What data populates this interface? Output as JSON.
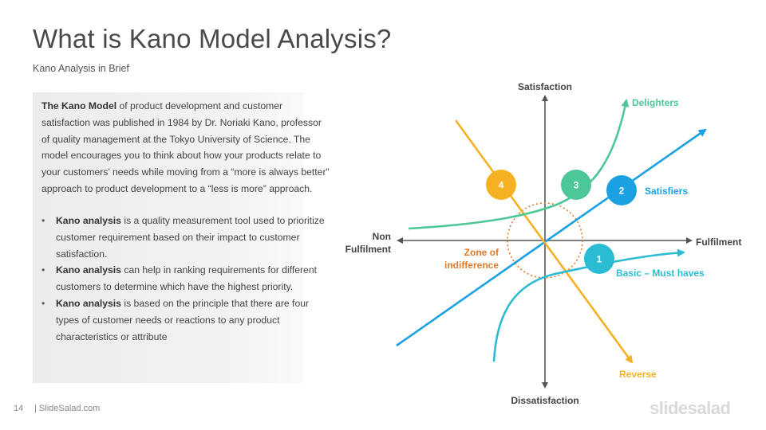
{
  "header": {
    "title": "What is Kano Model Analysis?",
    "subtitle": "Kano Analysis in Brief"
  },
  "body": {
    "intro_bold": "The Kano Model",
    "intro_rest": " of product development and customer satisfaction was published in 1984 by Dr. Noriaki Kano, professor of quality management at the Tokyo University of Science. The model encourages you to think about how your products relate to your customers’ needs while moving from a “more is always better” approach to product development to a “less is more” approach.",
    "bullets": [
      {
        "bold": "Kano analysis",
        "rest": " is a quality measurement tool used to prioritize customer requirement based on their impact to customer satisfaction."
      },
      {
        "bold": "Kano analysis",
        "rest": " can help in ranking requirements for different customers to determine which have the highest priority."
      },
      {
        "bold": "Kano analysis",
        "rest": " is based on the principle that there are four types of customer needs or reactions to any product characteristics or attribute"
      }
    ]
  },
  "diagram": {
    "axes": {
      "top": "Satisfaction",
      "bottom": "Dissatisfaction",
      "left_line1": "Non",
      "left_line2": "Fulfilment",
      "right": "Fulfilment"
    },
    "zone_line1": "Zone of",
    "zone_line2": "indifference",
    "curves": [
      {
        "number": "1",
        "label": "Basic – Must haves",
        "color": "#2bbcd4"
      },
      {
        "number": "2",
        "label": "Satisfiers",
        "color": "#1ba1e2"
      },
      {
        "number": "3",
        "label": "Delighters",
        "color": "#4cc797"
      },
      {
        "number": "4",
        "label": "Reverse",
        "color": "#f5b122"
      }
    ],
    "zone_color": "#e07b2a",
    "axis_color": "#555555"
  },
  "footer": {
    "page_number": "14",
    "site": "| SlideSalad.com",
    "brand": "slidesalad"
  }
}
